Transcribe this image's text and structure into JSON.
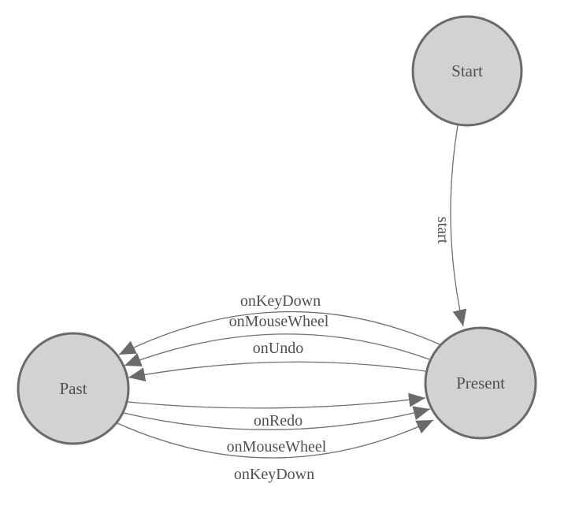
{
  "diagram": {
    "type": "state-machine",
    "nodes": [
      {
        "id": "start",
        "label": "Start"
      },
      {
        "id": "past",
        "label": "Past"
      },
      {
        "id": "present",
        "label": "Present"
      }
    ],
    "edges": [
      {
        "from": "Start",
        "to": "Present",
        "label": "start"
      },
      {
        "from": "Present",
        "to": "Past",
        "label": "onKeyDown"
      },
      {
        "from": "Present",
        "to": "Past",
        "label": "onMouseWheel"
      },
      {
        "from": "Present",
        "to": "Past",
        "label": "onUndo"
      },
      {
        "from": "Past",
        "to": "Present",
        "label": "onRedo"
      },
      {
        "from": "Past",
        "to": "Present",
        "label": "onMouseWheel"
      },
      {
        "from": "Past",
        "to": "Present",
        "label": "onKeyDown"
      }
    ],
    "colors": {
      "background": "#ffffff",
      "node_fill": "#d2d2d2",
      "node_stroke": "#6a6a6a",
      "edge_stroke": "#6f6f6f",
      "arrowhead": "#6a6a6a",
      "text": "#4f4f4f"
    }
  }
}
